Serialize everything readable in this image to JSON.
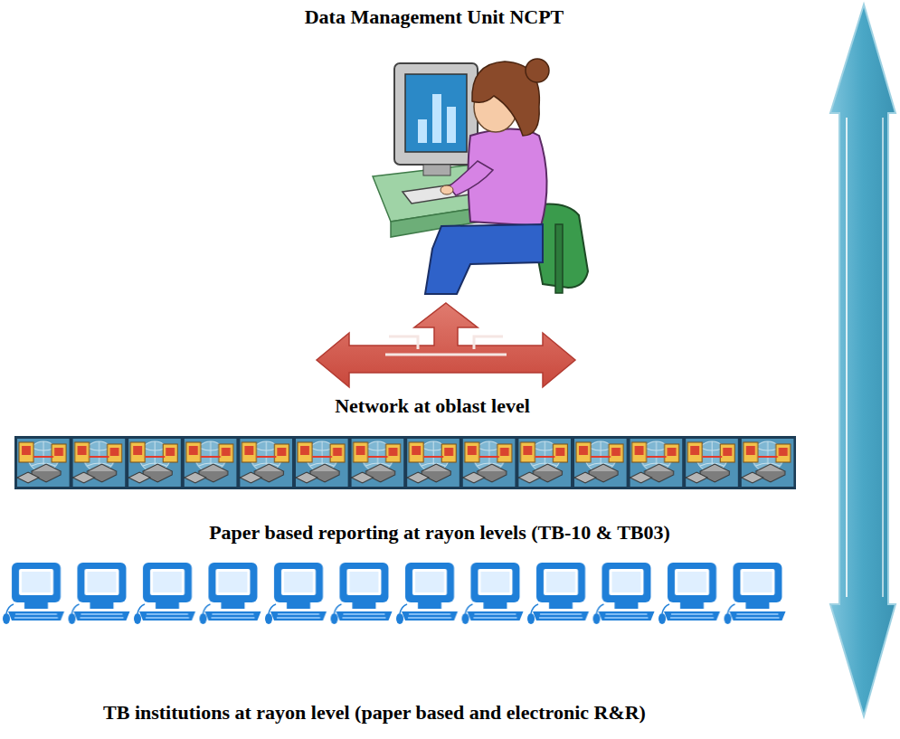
{
  "diagram": {
    "labels": [
      "Data Management Unit NCPT",
      "Network at oblast level",
      "Paper based reporting at rayon levels (TB-10 & TB03)",
      "TB institutions at rayon level (paper based and electronic R&R)"
    ]
  }
}
